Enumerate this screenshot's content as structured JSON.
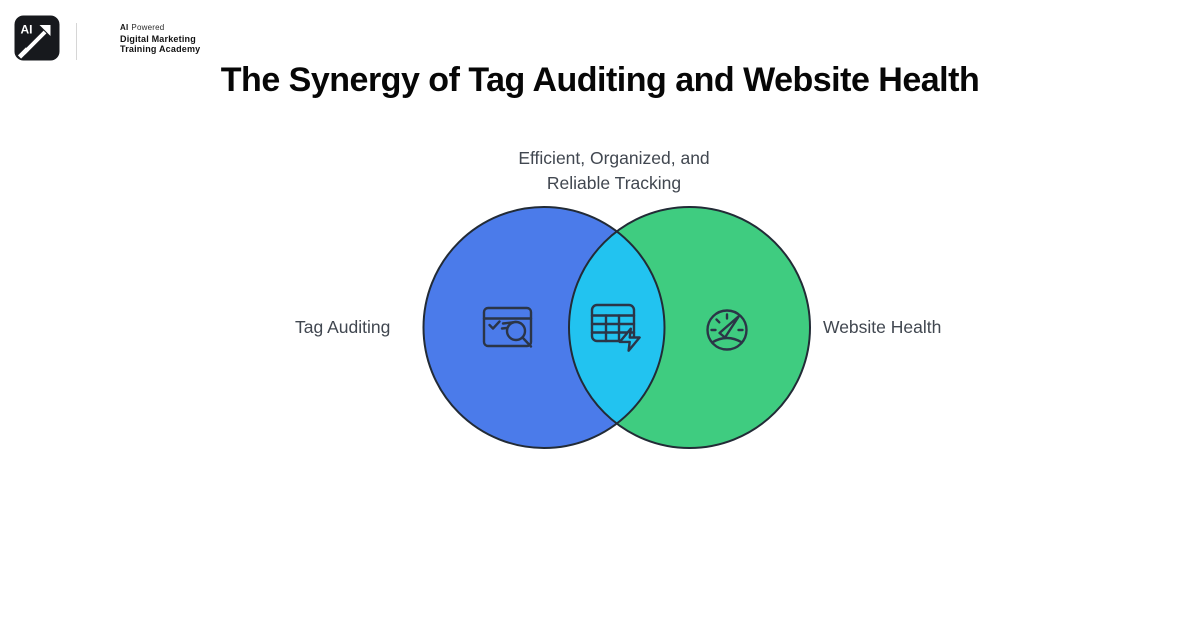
{
  "brand": {
    "badge": "AI",
    "tagline_bold": "AI",
    "tagline_rest": "Powered",
    "name_line1": "Digital Marketing",
    "name_line2": "Training Academy"
  },
  "title": "The Synergy of Tag Auditing and Website Health",
  "venn": {
    "left_label": "Tag Auditing",
    "right_label": "Website Health",
    "overlap_label_line1": "Efficient, Organized, and",
    "overlap_label_line2": "Reliable Tracking",
    "colors": {
      "left_circle": "#4B7BEA",
      "right_circle": "#3FCC80",
      "overlap": "#22C3F0",
      "outline": "#222B36",
      "icon_stroke": "#2B3547",
      "background": "#FFFFFF"
    },
    "icons": {
      "left": "audit-window-search-icon",
      "overlap": "table-lightning-icon",
      "right": "speedometer-icon"
    }
  }
}
